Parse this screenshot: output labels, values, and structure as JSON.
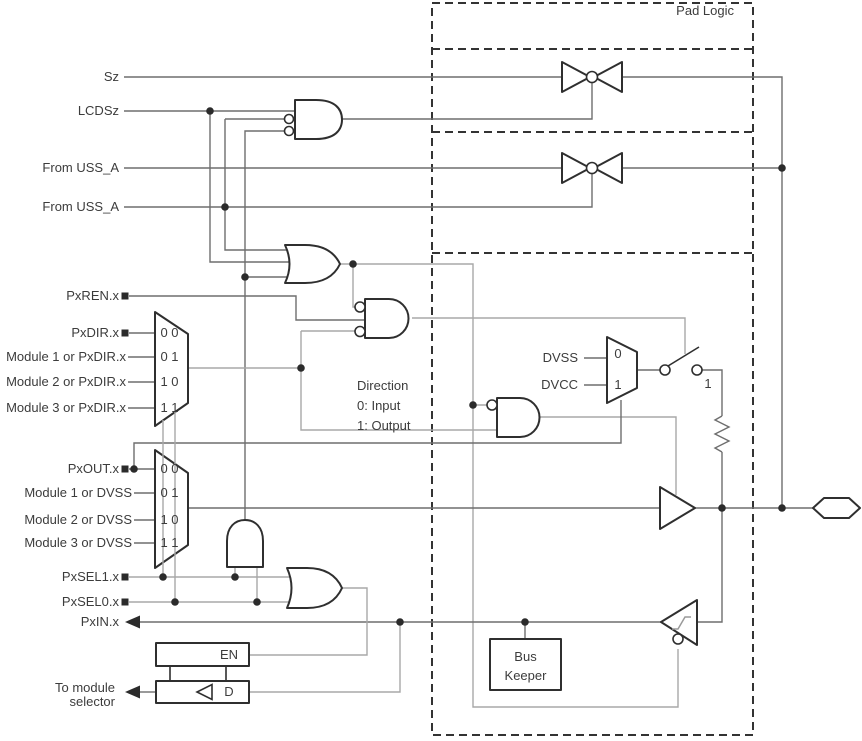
{
  "title": "Pad Logic",
  "signals_left": {
    "sz": "Sz",
    "lcdsz": "LCDSz",
    "from_uss_a_1": "From USS_A",
    "from_uss_a_2": "From USS_A",
    "pxren": "PxREN.x",
    "pxdir": "PxDIR.x",
    "mod1_pxdir": "Module 1 or PxDIR.x",
    "mod2_pxdir": "Module 2 or PxDIR.x",
    "mod3_pxdir": "Module 3 or PxDIR.x",
    "pxout": "PxOUT.x",
    "mod1_dvss": "Module 1 or DVSS",
    "mod2_dvss": "Module 2 or DVSS",
    "mod3_dvss": "Module 3 or DVSS",
    "pxsel1": "PxSEL1.x",
    "pxsel0": "PxSEL0.x",
    "pxin": "PxIN.x",
    "to_module_line1": "To module",
    "to_module_line2": "selector"
  },
  "direction_mux": {
    "rows": [
      "0 0",
      "0 1",
      "1 0",
      "1 1"
    ]
  },
  "output_mux": {
    "rows": [
      "0 0",
      "0 1",
      "1 0",
      "1 1"
    ]
  },
  "pull_mux": {
    "in0_label": "DVSS",
    "in1_label": "DVCC",
    "row0": "0",
    "row1": "1"
  },
  "switch_label": "1",
  "direction_note": {
    "line1": "Direction",
    "line2": "0: Input",
    "line3": "1: Output"
  },
  "latch": {
    "en": "EN",
    "d": "D"
  },
  "bus_keeper": {
    "line1": "Bus",
    "line2": "Keeper"
  },
  "colors": {
    "background": "#ffffff",
    "outline": "#2f2f2f",
    "wire": "#6e6e6e",
    "wire_soft": "#a8a8a8",
    "text": "#3c3c3c",
    "dashed_box": "#333333"
  }
}
